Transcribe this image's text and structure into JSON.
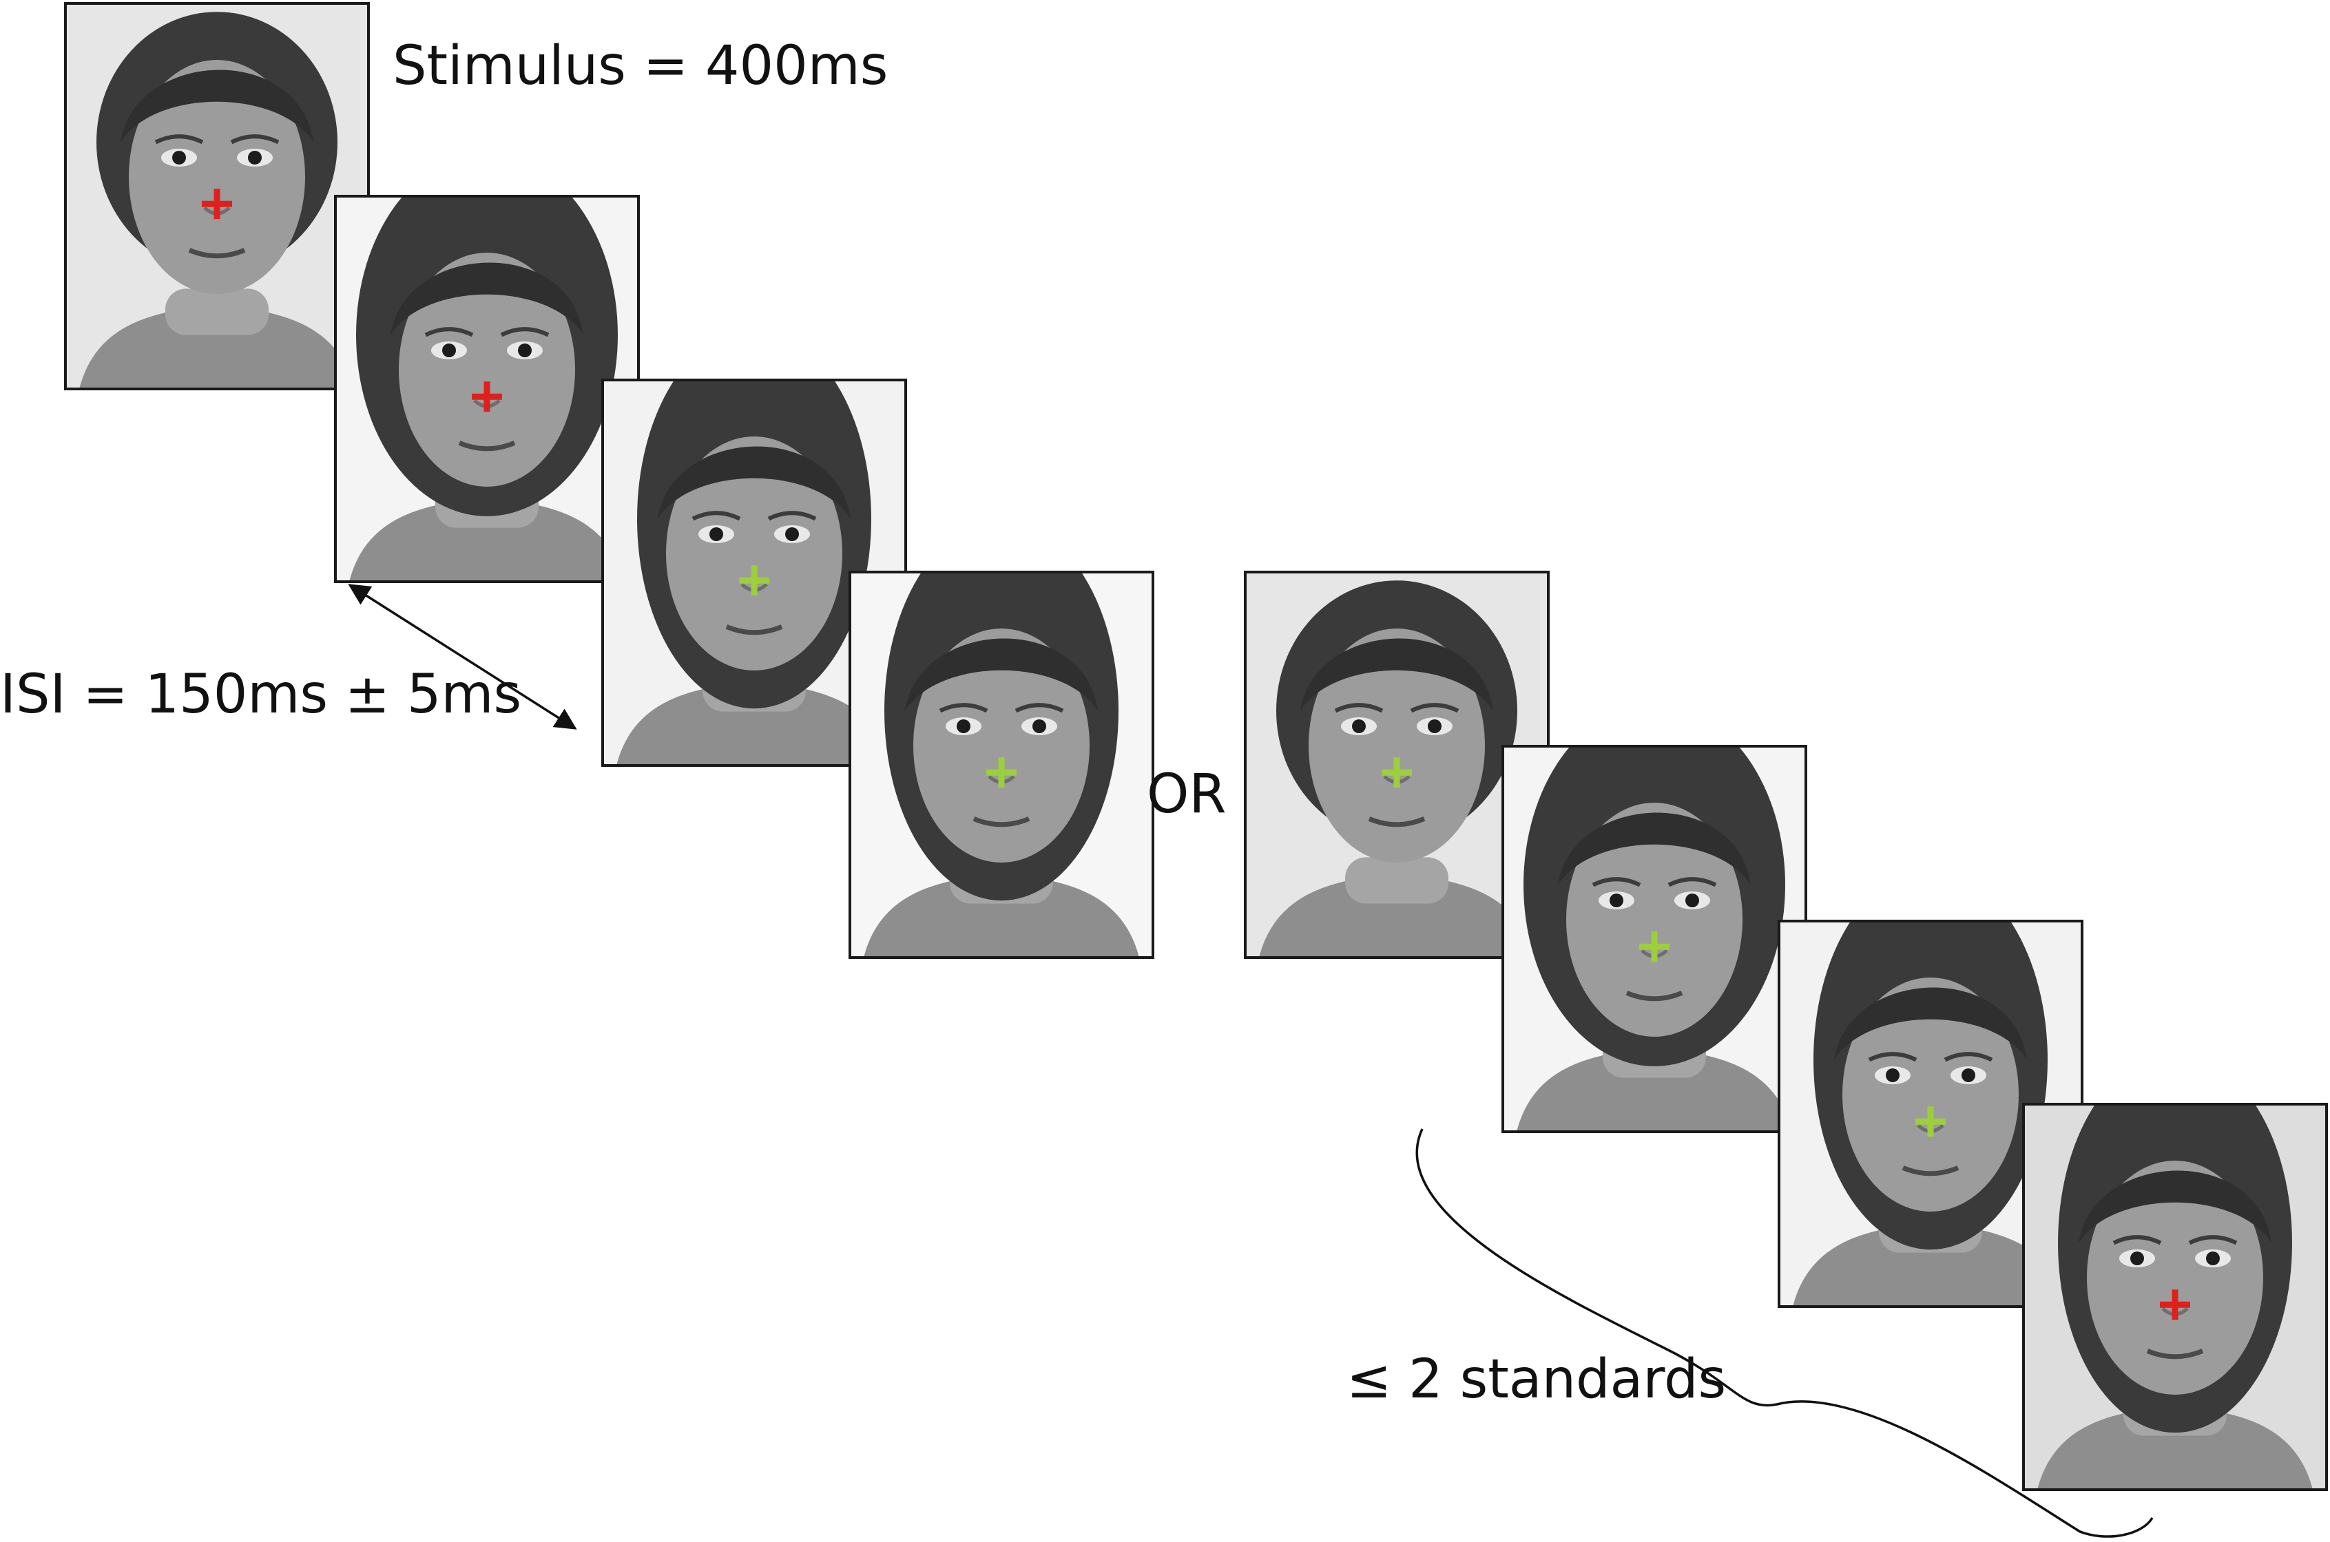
{
  "labels": {
    "stimulus": "Stimulus = 400ms",
    "isi": "ISI = 150ms ± 5ms",
    "or": "OR",
    "standards": "≤ 2 standards"
  },
  "sequences": [
    {
      "name": "sequence-1",
      "frames": [
        {
          "face": "face-a",
          "fixation": "red",
          "bg": "#e6e6e6"
        },
        {
          "face": "face-b",
          "fixation": "red",
          "bg": "#f4f4f4"
        },
        {
          "face": "face-c",
          "fixation": "green",
          "bg": "#f2f2f2"
        },
        {
          "face": "face-d",
          "fixation": "green",
          "bg": "#f6f6f6"
        }
      ]
    },
    {
      "name": "sequence-2",
      "frames": [
        {
          "face": "face-a",
          "fixation": "green",
          "bg": "#e6e6e6"
        },
        {
          "face": "face-b",
          "fixation": "green",
          "bg": "#f4f4f4"
        },
        {
          "face": "face-c",
          "fixation": "green",
          "bg": "#f2f2f2"
        },
        {
          "face": "face-d",
          "fixation": "red",
          "bg": "#dddddd"
        }
      ]
    }
  ],
  "colors": {
    "red": "#e0201c",
    "green": "#9ccf3c",
    "frame": "#1a1a1a",
    "text": "#111111"
  }
}
